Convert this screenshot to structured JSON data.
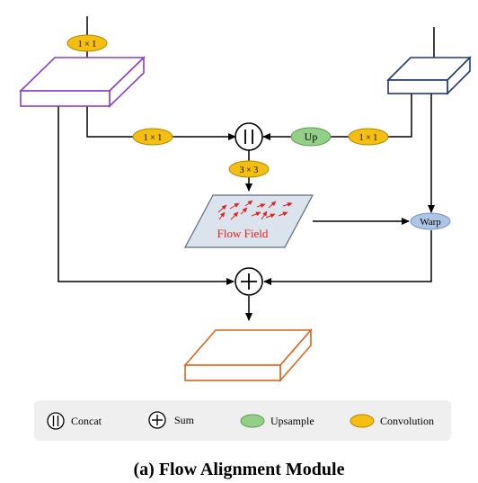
{
  "diagram": {
    "caption": "(a) Flow Alignment Module",
    "ops": {
      "conv_top_left": "1 × 1",
      "conv_mid_left": "1 × 1",
      "conv_mid_right": "1 × 1",
      "conv_3x3": "3 × 3",
      "upsample": "Up",
      "warp": "Warp",
      "flow_field": "Flow Field"
    },
    "legend": {
      "concat": "Concat",
      "sum": "Sum",
      "upsample": "Upsample",
      "convolution": "Convolution"
    },
    "colors": {
      "convolution": "#f5bf12",
      "upsample": "#93cf86",
      "warp": "#adc4e6",
      "flow_arrows": "#e02020",
      "flow_field_fill": "#dbe3ec",
      "low_level_box": "#8a3fc8",
      "high_level_box": "#1f3a6e",
      "output_box": "#d9661e"
    }
  }
}
